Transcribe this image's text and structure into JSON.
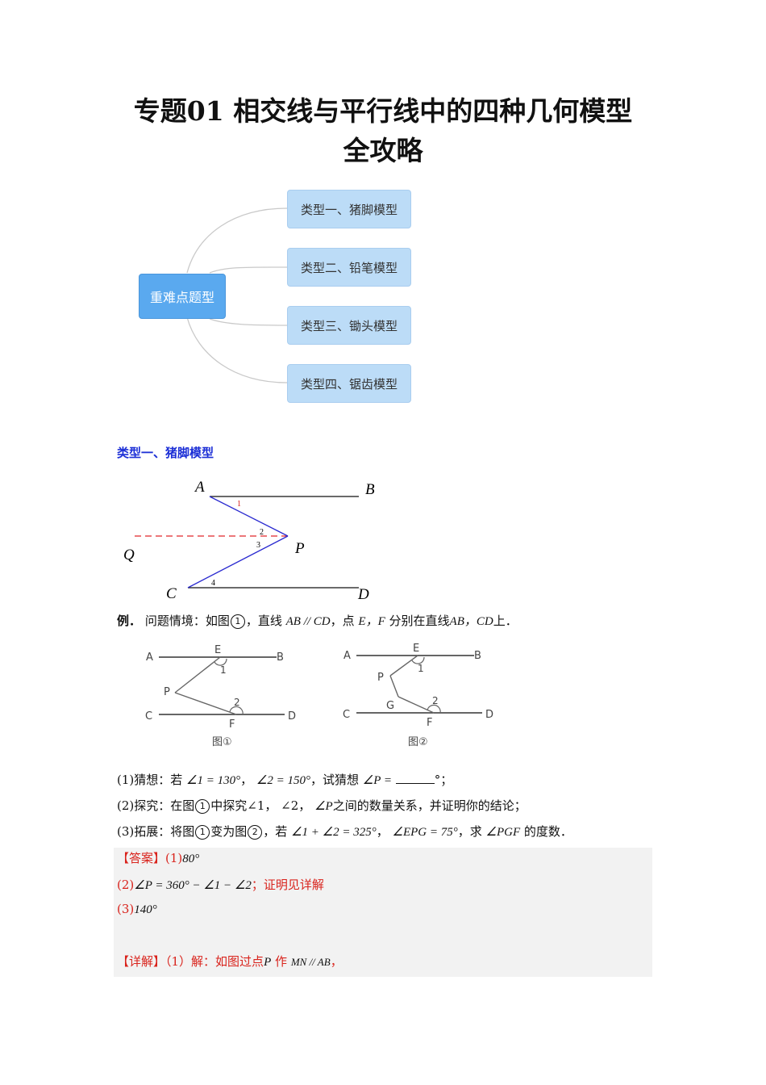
{
  "title": {
    "line1": "专题01  相交线与平行线中的四种几何模型",
    "line2": "全攻略"
  },
  "mindmap": {
    "root": "重难点题型",
    "nodes": [
      "类型一、猪脚模型",
      "类型二、铅笔模型",
      "类型三、锄头模型",
      "类型四、锯齿模型"
    ]
  },
  "section1": {
    "heading": "类型一、猪脚模型"
  },
  "figure_main": {
    "labels": {
      "A": "A",
      "B": "B",
      "Q": "Q",
      "P": "P",
      "C": "C",
      "D": "D"
    },
    "angles": [
      "1",
      "2",
      "3",
      "4"
    ],
    "colors": {
      "lines": "#111111",
      "arms": "#2b2bd0",
      "dashed": "#e0262b"
    }
  },
  "example": {
    "prefix": "例",
    "intro_a": "问题情境：如图",
    "fig1_mark": "1",
    "intro_b": "，直线",
    "rel": "AB // CD",
    "intro_c": "，点",
    "pts": "E，F",
    "intro_d": "分别在直线",
    "lines": "AB，CD",
    "intro_e": "上．"
  },
  "figures_small": {
    "fig1": {
      "A": "A",
      "E": "E",
      "B": "B",
      "one": "1",
      "P": "P",
      "two": "2",
      "C": "C",
      "F": "F",
      "D": "D",
      "caption": "图①"
    },
    "fig2": {
      "A": "A",
      "E": "E",
      "B": "B",
      "one": "1",
      "P": "P",
      "G": "G",
      "two": "2",
      "C": "C",
      "F": "F",
      "D": "D",
      "caption": "图②"
    }
  },
  "questions": {
    "q1_a": "(1)猜想：若",
    "q1_b": "∠1 = 130°",
    "q1_c": "，",
    "q1_d": "∠2 = 150°",
    "q1_e": "，试猜想",
    "q1_f": "∠P =",
    "q1_g": "°；",
    "q2_a": "(2)探究：在图",
    "q2_b": "中探究∠1，",
    "q2_c": "∠2，",
    "q2_d": "∠P",
    "q2_e": "之间的数量关系，并证明你的结论；",
    "q3_a": "(3)拓展：将图",
    "q3_b": "变为图",
    "q3_c": "，若",
    "q3_d": "∠1 + ∠2 = 325°",
    "q3_e": "，",
    "q3_f": "∠EPG = 75°",
    "q3_g": "，求",
    "q3_h": "∠PGF",
    "q3_i": "的度数．",
    "mark1": "1",
    "mark2": "2"
  },
  "answer": {
    "tag": "【答案】",
    "a1_label": "(1)",
    "a1_val": "80°",
    "a2_label": "(2)",
    "a2_expr": "∠P = 360° − ∠1 − ∠2",
    "a2_note": "；证明见详解",
    "a3_label": "(3)",
    "a3_val": "140°",
    "detail_tag": "【详解】",
    "detail_a": "（1）解：如图过点",
    "detail_p": "P",
    "detail_b": "作",
    "detail_rel": "MN // AB",
    "detail_c": "，"
  }
}
